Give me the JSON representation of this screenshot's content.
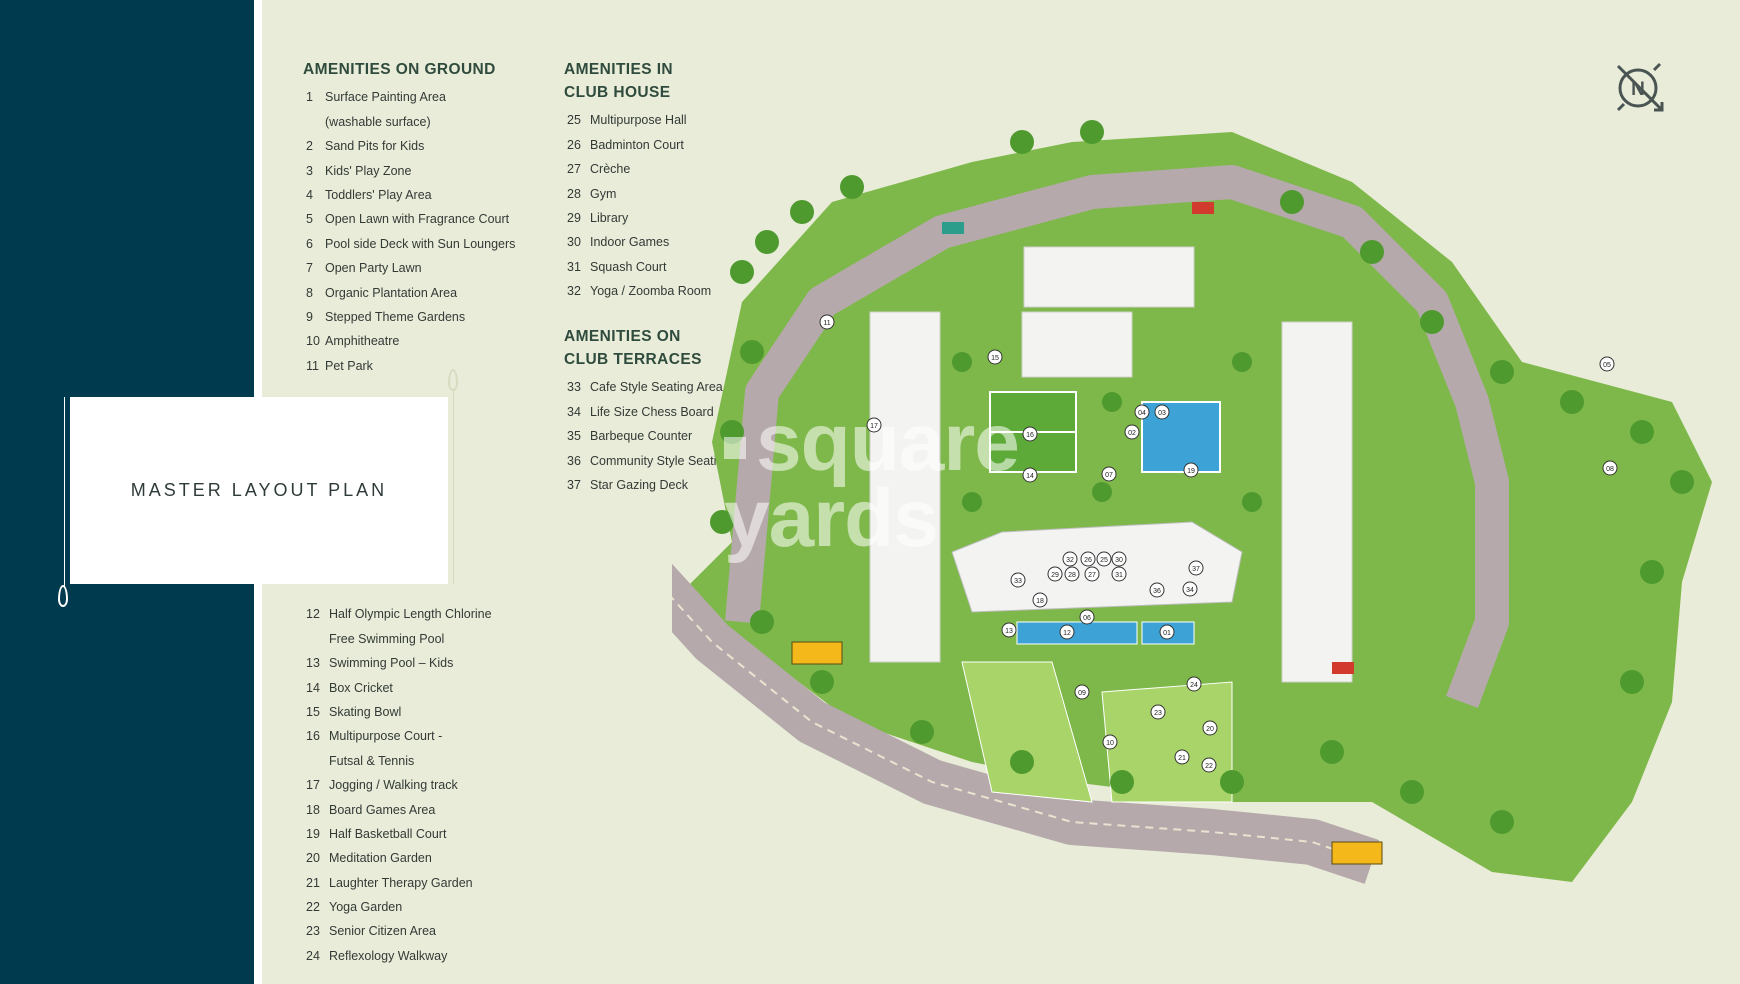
{
  "title": "MASTER LAYOUT PLAN",
  "compass_label": "N",
  "watermark": {
    "line1": "square",
    "line2": "yards"
  },
  "ground": {
    "heading": "AMENITIES ON GROUND",
    "items": [
      {
        "num": "1",
        "text": "Surface Painting Area"
      },
      {
        "num": "",
        "text": "(washable surface)"
      },
      {
        "num": "2",
        "text": "Sand Pits for Kids"
      },
      {
        "num": "3",
        "text": "Kids' Play Zone"
      },
      {
        "num": "4",
        "text": "Toddlers' Play Area"
      },
      {
        "num": "5",
        "text": "Open Lawn with Fragrance Court"
      },
      {
        "num": "6",
        "text": "Pool side Deck with Sun Loungers"
      },
      {
        "num": "7",
        "text": "Open Party Lawn"
      },
      {
        "num": "8",
        "text": "Organic Plantation Area"
      },
      {
        "num": "9",
        "text": "Stepped Theme Gardens"
      },
      {
        "num": "10",
        "text": "Amphitheatre"
      },
      {
        "num": "11",
        "text": "Pet Park"
      }
    ]
  },
  "ground2": {
    "items": [
      {
        "num": "12",
        "text": "Half Olympic Length Chlorine"
      },
      {
        "num": "",
        "text": "Free Swimming Pool"
      },
      {
        "num": "13",
        "text": "Swimming Pool – Kids"
      },
      {
        "num": "14",
        "text": "Box Cricket"
      },
      {
        "num": "15",
        "text": "Skating Bowl"
      },
      {
        "num": "16",
        "text": "Multipurpose Court -"
      },
      {
        "num": "",
        "text": "Futsal & Tennis"
      },
      {
        "num": "17",
        "text": "Jogging / Walking track"
      },
      {
        "num": "18",
        "text": "Board Games Area"
      },
      {
        "num": "19",
        "text": "Half Basketball Court"
      },
      {
        "num": "20",
        "text": "Meditation Garden"
      },
      {
        "num": "21",
        "text": "Laughter Therapy Garden"
      },
      {
        "num": "22",
        "text": "Yoga Garden"
      },
      {
        "num": "23",
        "text": "Senior Citizen Area"
      },
      {
        "num": "24",
        "text": "Reflexology Walkway"
      }
    ]
  },
  "club": {
    "heading_line1": "AMENITIES IN",
    "heading_line2": "CLUB HOUSE",
    "items": [
      {
        "num": "25",
        "text": "Multipurpose Hall"
      },
      {
        "num": "26",
        "text": "Badminton Court"
      },
      {
        "num": "27",
        "text": "Crèche"
      },
      {
        "num": "28",
        "text": "Gym"
      },
      {
        "num": "29",
        "text": "Library"
      },
      {
        "num": "30",
        "text": "Indoor Games"
      },
      {
        "num": "31",
        "text": "Squash Court"
      },
      {
        "num": "32",
        "text": "Yoga / Zoomba Room"
      }
    ]
  },
  "terraces": {
    "heading_line1": "AMENITIES ON",
    "heading_line2": "CLUB TERRACES",
    "items": [
      {
        "num": "33",
        "text": "Cafe Style Seating Area"
      },
      {
        "num": "34",
        "text": "Life Size Chess Board"
      },
      {
        "num": "35",
        "text": "Barbeque Counter"
      },
      {
        "num": "36",
        "text": "Community Style Seating Area"
      },
      {
        "num": "37",
        "text": "Star Gazing Deck"
      }
    ]
  },
  "map_markers": [
    "01",
    "02",
    "03",
    "04",
    "05",
    "06",
    "07",
    "08",
    "09",
    "10",
    "11",
    "12",
    "13",
    "14",
    "15",
    "16",
    "17",
    "18",
    "19",
    "20",
    "21",
    "22",
    "23",
    "24",
    "25",
    "26",
    "27",
    "28",
    "29",
    "30",
    "31",
    "32",
    "33",
    "34",
    "36",
    "37"
  ],
  "colors": {
    "sidebar": "#003a4f",
    "background": "#e9ecd9",
    "heading": "#2f4b3d",
    "road": "#b5a9ab",
    "lawn": "#8cc63f",
    "building": "#f3f3f1",
    "pool": "#3da3d6"
  }
}
